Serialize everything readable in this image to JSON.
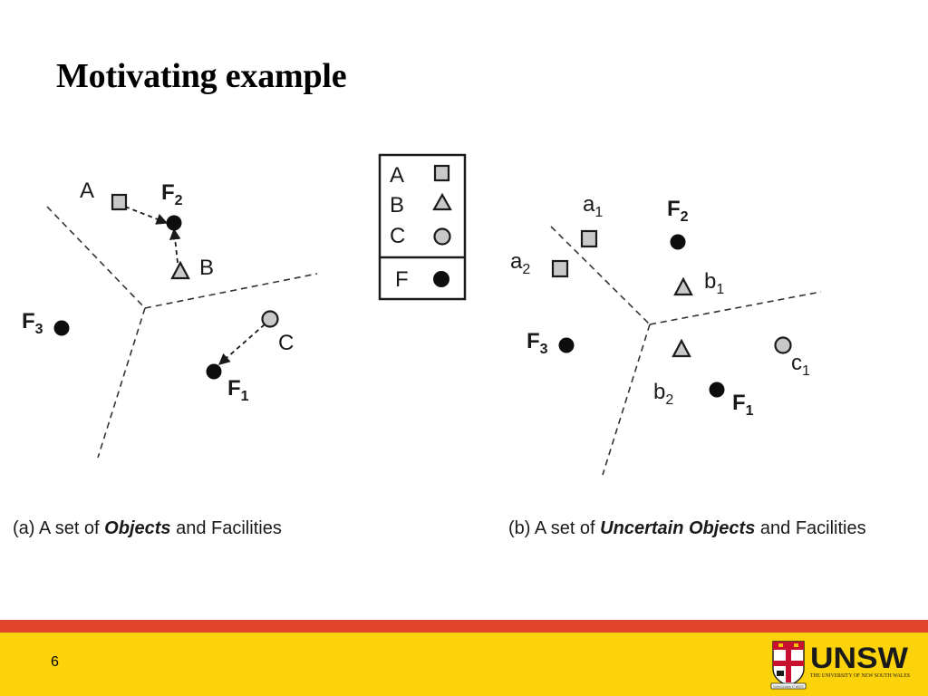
{
  "slide": {
    "title": "Motivating example",
    "page_number": "6"
  },
  "legend": {
    "rows": [
      {
        "letter": "A",
        "shape": "square"
      },
      {
        "letter": "B",
        "shape": "triangle"
      },
      {
        "letter": "C",
        "shape": "circle"
      }
    ],
    "facility": {
      "letter": "F",
      "shape": "filled-circle"
    }
  },
  "figure_a": {
    "caption_prefix": "(a) A set of",
    "caption_emphasis": "Objects",
    "caption_suffix": "and Facilities",
    "labels": {
      "A": "A",
      "B": "B",
      "C": "C",
      "F1": "F",
      "F1_sub": "1",
      "F2": "F",
      "F2_sub": "2",
      "F3": "F",
      "F3_sub": "3"
    }
  },
  "figure_b": {
    "caption_prefix": "(b) A set of",
    "caption_emphasis": "Uncertain Objects",
    "caption_suffix": "and Facilities",
    "labels": {
      "a1": "a",
      "a1_sub": "1",
      "a2": "a",
      "a2_sub": "2",
      "b1": "b",
      "b1_sub": "1",
      "b2": "b",
      "b2_sub": "2",
      "c1": "c",
      "c1_sub": "1",
      "F1": "F",
      "F1_sub": "1",
      "F2": "F",
      "F2_sub": "2",
      "F3": "F",
      "F3_sub": "3"
    }
  },
  "logo": {
    "wordmark": "UNSW",
    "tagline": "THE UNIVERSITY OF NEW SOUTH WALES",
    "motto": "SCIENTIA MANU ET MENTE"
  },
  "colors": {
    "footer_red": "#e1452b",
    "footer_yellow": "#fcd20b",
    "object_fill": "#c9c9c9",
    "facility_fill": "#0d0d0d"
  }
}
